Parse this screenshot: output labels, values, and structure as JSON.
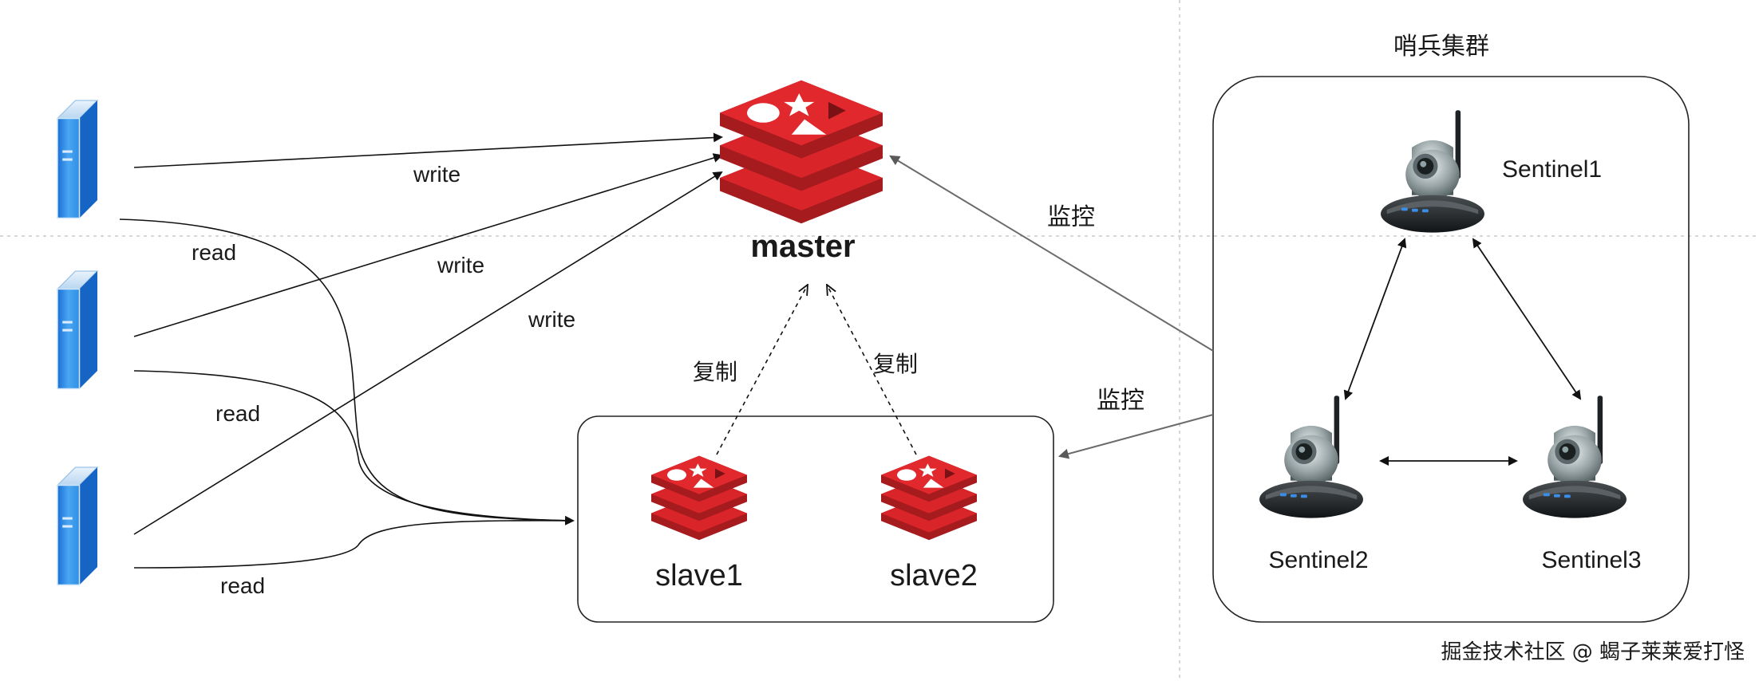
{
  "labels": {
    "master": "master",
    "slave1": "slave1",
    "slave2": "slave2",
    "write": "write",
    "read": "read",
    "replicate": "复制",
    "monitor": "监控",
    "cluster_title": "哨兵集群",
    "sentinel1": "Sentinel1",
    "sentinel2": "Sentinel2",
    "sentinel3": "Sentinel3",
    "watermark": "掘金技术社区 @ 蝎子莱莱爱打怪"
  },
  "colors": {
    "redis_red": "#d9252a",
    "redis_dark": "#a51b1e",
    "line": "#111111",
    "monitor_line": "#6b6b6b",
    "guide": "#c8c8c8",
    "server_blue": "#2f8fe6"
  },
  "icons": {
    "client": "server-icon",
    "redis": "redis-logo-icon",
    "sentinel": "camera-icon"
  }
}
